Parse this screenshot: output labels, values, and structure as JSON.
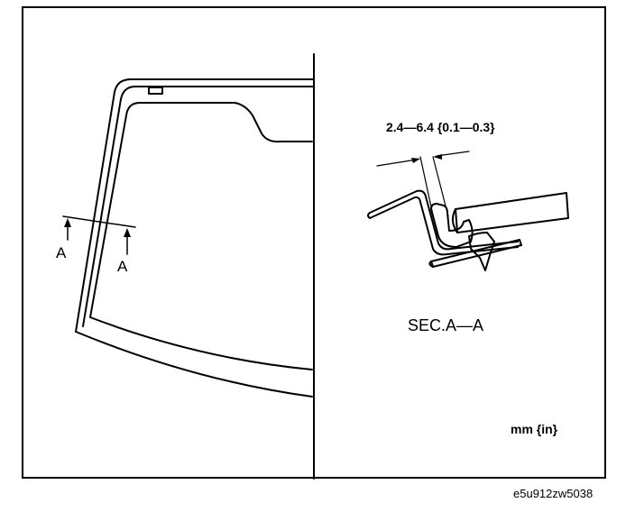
{
  "figure": {
    "section_marker_left": "A",
    "section_marker_right": "A",
    "dimension_label": "2.4—6.4 {0.1—0.3}",
    "section_title": "SEC.A—A",
    "units_label": "mm {in}",
    "figure_code": "e5u912zw5038"
  }
}
